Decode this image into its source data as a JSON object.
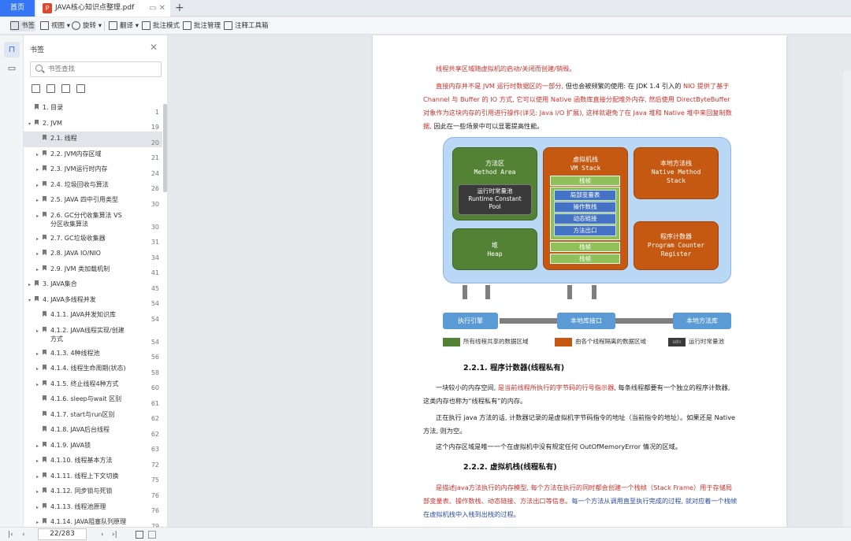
{
  "tabs": {
    "home": "首页",
    "doc": "JAVA核心知识点整理.pdf",
    "add": "+"
  },
  "toolbar": [
    "书签",
    "视图",
    "旋转",
    "翻译",
    "批注模式",
    "批注管理",
    "注释工具箱"
  ],
  "panel": {
    "title": "书签",
    "search_placeholder": "书签查找"
  },
  "bookmarks": [
    {
      "label": "1. 目录",
      "page": "1",
      "level": 0,
      "expand": false
    },
    {
      "label": "2. JVM",
      "page": "19",
      "level": 0,
      "expand": true
    },
    {
      "label": "2.1. 线程",
      "page": "20",
      "level": 1,
      "expand": false,
      "selected": true
    },
    {
      "label": "2.2. JVM内存区域",
      "page": "21",
      "level": 1,
      "expand": true
    },
    {
      "label": "2.3. JVM运行时内存",
      "page": "24",
      "level": 1,
      "expand": true
    },
    {
      "label": "2.4. 垃圾回收与算法",
      "page": "26",
      "level": 1,
      "expand": true
    },
    {
      "label": "2.5. JAVA 四中引用类型",
      "page": "30",
      "level": 1,
      "expand": true
    },
    {
      "label": "2.6. GC分代收集算法  VS 分区收集算法",
      "page": "30",
      "level": 1,
      "expand": true,
      "tall": true
    },
    {
      "label": "2.7. GC垃圾收集器",
      "page": "31",
      "level": 1,
      "expand": true
    },
    {
      "label": "2.8.  JAVA IO/NIO",
      "page": "34",
      "level": 1,
      "expand": true
    },
    {
      "label": "2.9. JVM 类加载机制",
      "page": "41",
      "level": 1,
      "expand": true
    },
    {
      "label": "3. JAVA集合",
      "page": "45",
      "level": 0,
      "expand": true
    },
    {
      "label": "4. JAVA多线程并发",
      "page": "54",
      "level": 0,
      "expand": true,
      "open": true
    },
    {
      "label": "4.1.1. JAVA并发知识库",
      "page": "54",
      "level": 1,
      "expand": false
    },
    {
      "label": "4.1.2. JAVA线程实现/创建方式",
      "page": "54",
      "level": 1,
      "expand": true,
      "tall": true
    },
    {
      "label": "4.1.3. 4种线程池",
      "page": "56",
      "level": 1,
      "expand": true
    },
    {
      "label": "4.1.4. 线程生命周期(状态)",
      "page": "58",
      "level": 1,
      "expand": true
    },
    {
      "label": "4.1.5. 终止线程4种方式",
      "page": "60",
      "level": 1,
      "expand": true
    },
    {
      "label": "4.1.6. sleep与wait 区别",
      "page": "61",
      "level": 1,
      "expand": false
    },
    {
      "label": "4.1.7. start与run区别",
      "page": "62",
      "level": 1,
      "expand": false
    },
    {
      "label": "4.1.8. JAVA后台线程",
      "page": "62",
      "level": 1,
      "expand": false
    },
    {
      "label": "4.1.9. JAVA锁",
      "page": "63",
      "level": 1,
      "expand": true
    },
    {
      "label": "4.1.10. 线程基本方法",
      "page": "72",
      "level": 1,
      "expand": true
    },
    {
      "label": "4.1.11. 线程上下文切换",
      "page": "75",
      "level": 1,
      "expand": true
    },
    {
      "label": "4.1.12. 同步锁与死锁",
      "page": "76",
      "level": 1,
      "expand": true
    },
    {
      "label": "4.1.13. 线程池原理",
      "page": "76",
      "level": 1,
      "expand": true
    },
    {
      "label": "4.1.14. JAVA阻塞队列原理",
      "page": "79",
      "level": 1,
      "expand": true
    }
  ],
  "doc": {
    "p1": "线程共享区域随虚拟机的启动/关闭而创建/销毁。",
    "p2a": "直接内存并不是 JVM 运行时数据区的一部分, ",
    "p2b": "但也会被频繁的使用: 在 JDK 1.4 引入的 ",
    "p2c": "NIO 提供了基于 Channel 与 Buffer 的 IO 方式, 它可以使用 Native 函数库直接分配堆外内存, 然后使用 DirectByteBuffer 对象作为这块内存的引用进行操作(详见: Java I/O 扩展), 这样就避免了在 Java 堆和 Native 堆中来回复制数据, ",
    "p2d": "因此在一些场景中可以显著提高性能。",
    "h1": "2.2.1.  程序计数器(线程私有)",
    "p3a": "一块较小的内存空间, ",
    "p3b": "是当前线程所执行的字节码的行号指示器",
    "p3c": ", 每条线程都要有一个独立的程序计数器, 这类内存也称为“线程私有”的内存。",
    "p4": "正在执行 java 方法的话, 计数器记录的是虚拟机字节码指令的地址（当前指令的地址）。如果还是 Native 方法, 则为空。",
    "p5": "这个内存区域是唯一一个在虚拟机中没有规定任何 OutOfMemoryError 情况的区域。",
    "h2": "2.2.2.  虚拟机栈(线程私有)",
    "p6a": "是描述java方法执行的内存模型, 每个方法在执行的同时都会创建一个栈帧（Stack Frame）用于存储局部变量表、操作数栈、动态链接、方法出口等信息。",
    "p6b": "每一个方法从调用直至执行完成的过程, 就对应着一个栈帧在虚拟机栈中入栈到出栈的过程。"
  },
  "figure": {
    "method_area": "方法区\nMethod Area",
    "runtime_pool": "运行时常量池\nRuntime Constant\nPool",
    "heap": "堆\nHeap",
    "vm_stack": "虚拟机栈\nVM Stack",
    "frame": "栈帧",
    "frame_items": [
      "局部变量表",
      "操作数栈",
      "动态链接",
      "方法出口"
    ],
    "native_stack": "本地方法栈\nNative Method\nStack",
    "pc": "程序计数器\nProgram Counter\nRegister",
    "engine": "执行引擎",
    "native_if": "本地库接口",
    "native_lib": "本地方法库",
    "legend_shared": "所有线程共享的数据区域",
    "legend_private": "由各个线程隔离的数据区域",
    "legend_pool_tag": "sdn",
    "legend_pool": "运行时常量池",
    "colors": {
      "shared": "#548235",
      "private": "#c65911",
      "pool": "#3a3a3a",
      "jvm_bg": "#b9d8f5",
      "frame": "#8fc05a",
      "frame_item": "#4472c4",
      "bottom": "#5b9bd5"
    }
  },
  "status": {
    "page": "22/283"
  }
}
